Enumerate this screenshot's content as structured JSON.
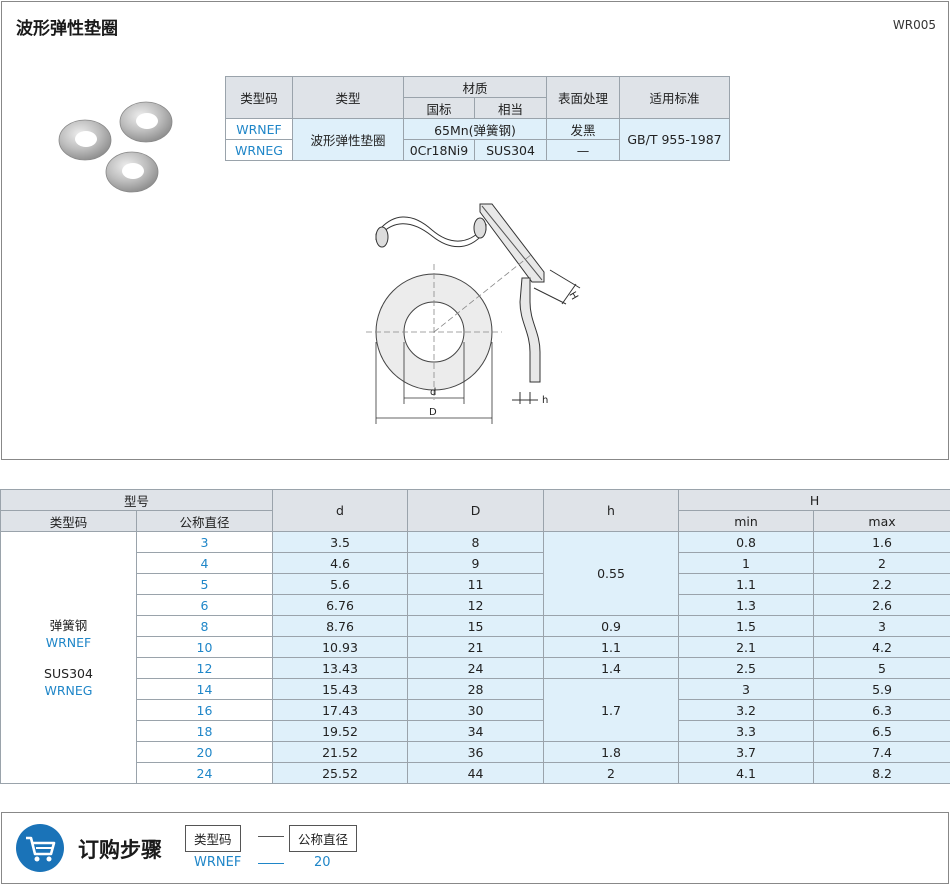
{
  "header": {
    "title": "波形弹性垫圈",
    "code": "WR005"
  },
  "material_table": {
    "col_type_code": "类型码",
    "col_type": "类型",
    "col_material": "材质",
    "col_material_gb": "国标",
    "col_material_eq": "相当",
    "col_surface": "表面处理",
    "col_standard": "适用标准",
    "rows": [
      {
        "code": "WRNEF",
        "material": "65Mn(弹簧钢)",
        "surface": "发黑"
      },
      {
        "code": "WRNEG",
        "gb": "0Cr18Ni9",
        "eq": "SUS304",
        "surface": "—"
      }
    ],
    "type_value": "波形弹性垫圈",
    "standard_value": "GB/T 955-1987"
  },
  "drawing_labels": {
    "d": "d",
    "D": "D",
    "h": "h",
    "H": "H"
  },
  "spec_table": {
    "h_model": "型号",
    "h_type_code": "类型码",
    "h_nominal": "公称直径",
    "h_d": "d",
    "h_D": "D",
    "h_h": "h",
    "h_H": "H",
    "h_min": "min",
    "h_max": "max",
    "type_lines": [
      "弹簧钢",
      "WRNEF",
      "SUS304",
      "WRNEG"
    ],
    "rows": [
      {
        "n": "3",
        "d": "3.5",
        "D": "8",
        "min": "0.8",
        "max": "1.6"
      },
      {
        "n": "4",
        "d": "4.6",
        "D": "9",
        "min": "1",
        "max": "2"
      },
      {
        "n": "5",
        "d": "5.6",
        "D": "11",
        "min": "1.1",
        "max": "2.2"
      },
      {
        "n": "6",
        "d": "6.76",
        "D": "12",
        "min": "1.3",
        "max": "2.6"
      },
      {
        "n": "8",
        "d": "8.76",
        "D": "15",
        "min": "1.5",
        "max": "3"
      },
      {
        "n": "10",
        "d": "10.93",
        "D": "21",
        "min": "2.1",
        "max": "4.2"
      },
      {
        "n": "12",
        "d": "13.43",
        "D": "24",
        "min": "2.5",
        "max": "5"
      },
      {
        "n": "14",
        "d": "15.43",
        "D": "28",
        "min": "3",
        "max": "5.9"
      },
      {
        "n": "16",
        "d": "17.43",
        "D": "30",
        "min": "3.2",
        "max": "6.3"
      },
      {
        "n": "18",
        "d": "19.52",
        "D": "34",
        "min": "3.3",
        "max": "6.5"
      },
      {
        "n": "20",
        "d": "21.52",
        "D": "36",
        "min": "3.7",
        "max": "7.4"
      },
      {
        "n": "24",
        "d": "25.52",
        "D": "44",
        "min": "4.1",
        "max": "8.2"
      }
    ],
    "h_groups": [
      "0.55",
      "0.9",
      "1.1",
      "1.4",
      "1.7",
      "1.8",
      "2"
    ]
  },
  "order": {
    "title": "订购步骤",
    "box1": "类型码",
    "box2": "公称直径",
    "val1": "WRNEF",
    "val2": "20",
    "colors": {
      "accent": "#1a73b8",
      "value_blue": "#1f86c8"
    },
    "icon": "shopping-cart-icon"
  }
}
